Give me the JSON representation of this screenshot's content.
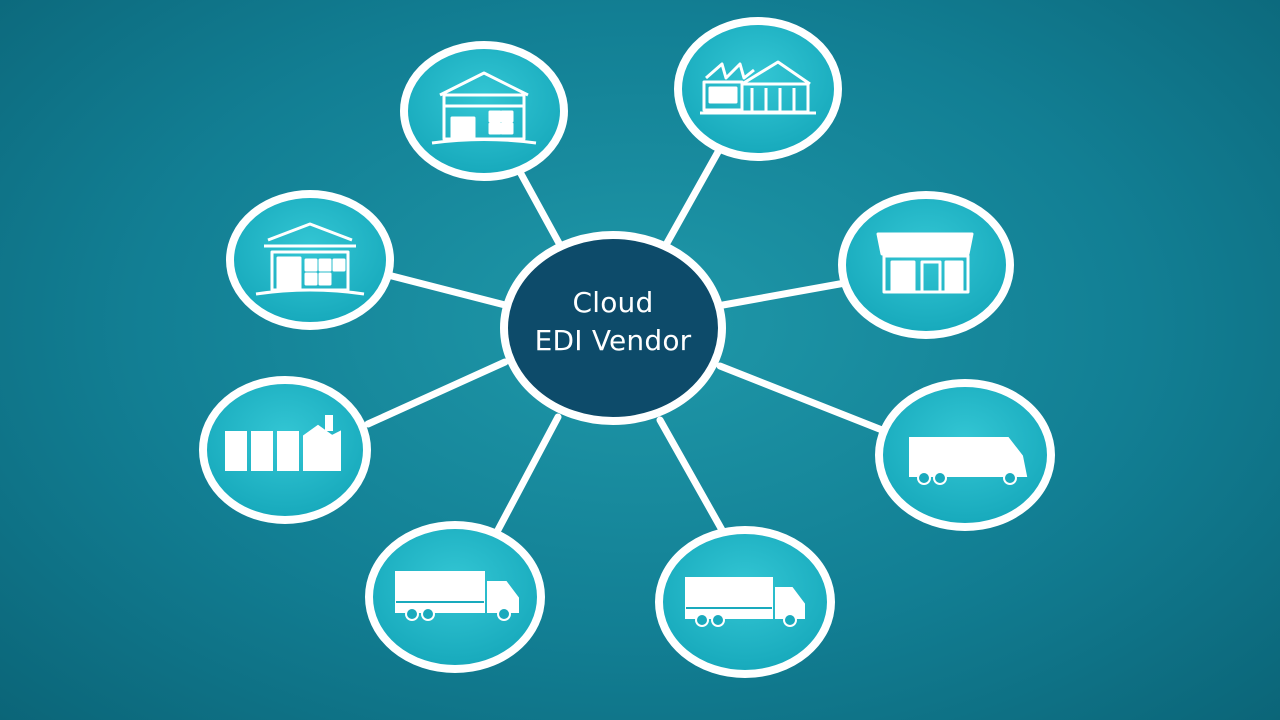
{
  "hub": {
    "line1": "Cloud",
    "line2": "EDI Vendor"
  },
  "nodes": [
    {
      "id": "warehouse",
      "icon": "warehouse-icon"
    },
    {
      "id": "factory",
      "icon": "factory-icon"
    },
    {
      "id": "distribution-center",
      "icon": "distribution-center-icon"
    },
    {
      "id": "retail-store",
      "icon": "storefront-icon"
    },
    {
      "id": "manufacturing-plant",
      "icon": "manufacturing-plant-icon"
    },
    {
      "id": "delivery-van",
      "icon": "delivery-van-icon"
    },
    {
      "id": "box-truck-left",
      "icon": "box-truck-icon"
    },
    {
      "id": "box-truck-right",
      "icon": "box-truck-icon"
    }
  ],
  "colors": {
    "background": "#127f94",
    "node_fill": "#1fb3c4",
    "hub_fill": "#0d4b6a",
    "stroke": "#ffffff"
  }
}
